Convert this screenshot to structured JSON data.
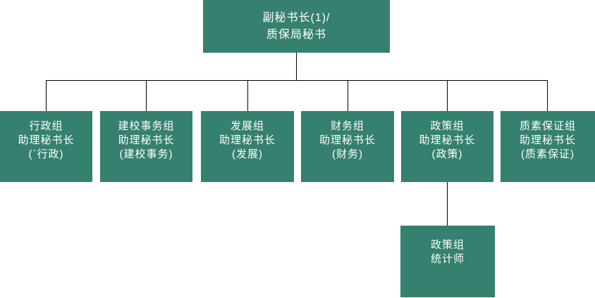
{
  "colors": {
    "node_fill": "#35806F",
    "node_text": "#ffffff",
    "connector_line": "#000000",
    "background": "#ffffff"
  },
  "org": {
    "root": {
      "lines": [
        "副秘书长(1)/",
        "质保局秘书"
      ]
    },
    "children": [
      {
        "lines": [
          "行政组",
          "助理秘书长",
          "(`行政)"
        ]
      },
      {
        "lines": [
          "建校事务组",
          "助理秘书长",
          "(建校事务)"
        ]
      },
      {
        "lines": [
          "发展组",
          "助理秘书长",
          "(发展)"
        ]
      },
      {
        "lines": [
          "财务组",
          "助理秘书长",
          "(财务)"
        ]
      },
      {
        "lines": [
          "政策组",
          "助理秘书长",
          "(政策)"
        ]
      },
      {
        "lines": [
          "质素保证组",
          "助理秘书长",
          "(质素保证)"
        ]
      }
    ],
    "grandchild": {
      "lines": [
        "政策组",
        "统计师"
      ],
      "parent": "政策组"
    }
  }
}
